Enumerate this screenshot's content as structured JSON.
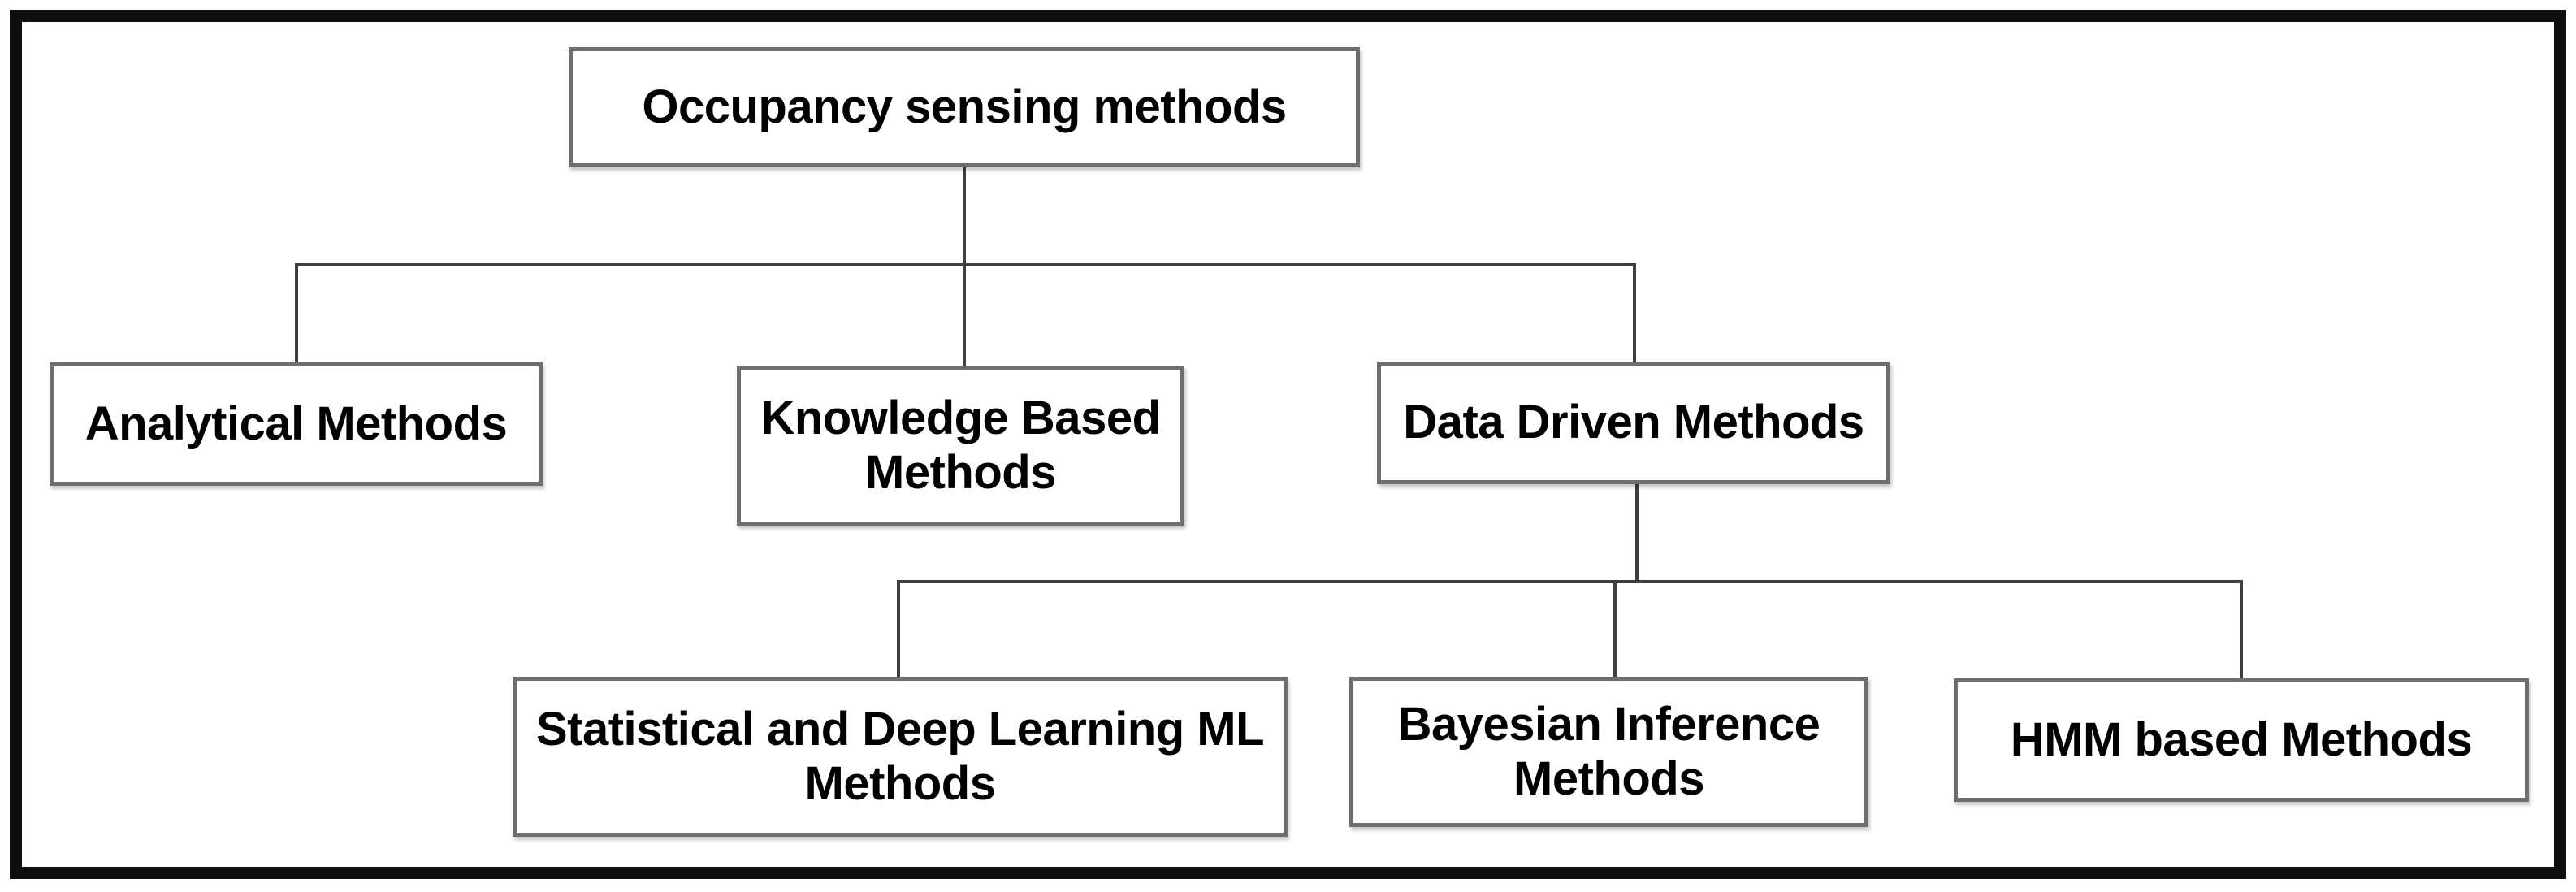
{
  "diagram": {
    "root": {
      "label": "Occupancy sensing methods"
    },
    "level1": [
      {
        "label": "Analytical Methods"
      },
      {
        "label": "Knowledge Based\nMethods"
      },
      {
        "label": "Data Driven Methods"
      }
    ],
    "level2": [
      {
        "label": "Statistical and Deep Learning ML\nMethods"
      },
      {
        "label": "Bayesian Inference\nMethods"
      },
      {
        "label": "HMM based Methods"
      }
    ],
    "colors": {
      "background": "#ffffff",
      "frame": "#0f0f0f",
      "box_border": "#6e6e6e",
      "connector": "#3f3f3f",
      "text": "#000000"
    }
  }
}
